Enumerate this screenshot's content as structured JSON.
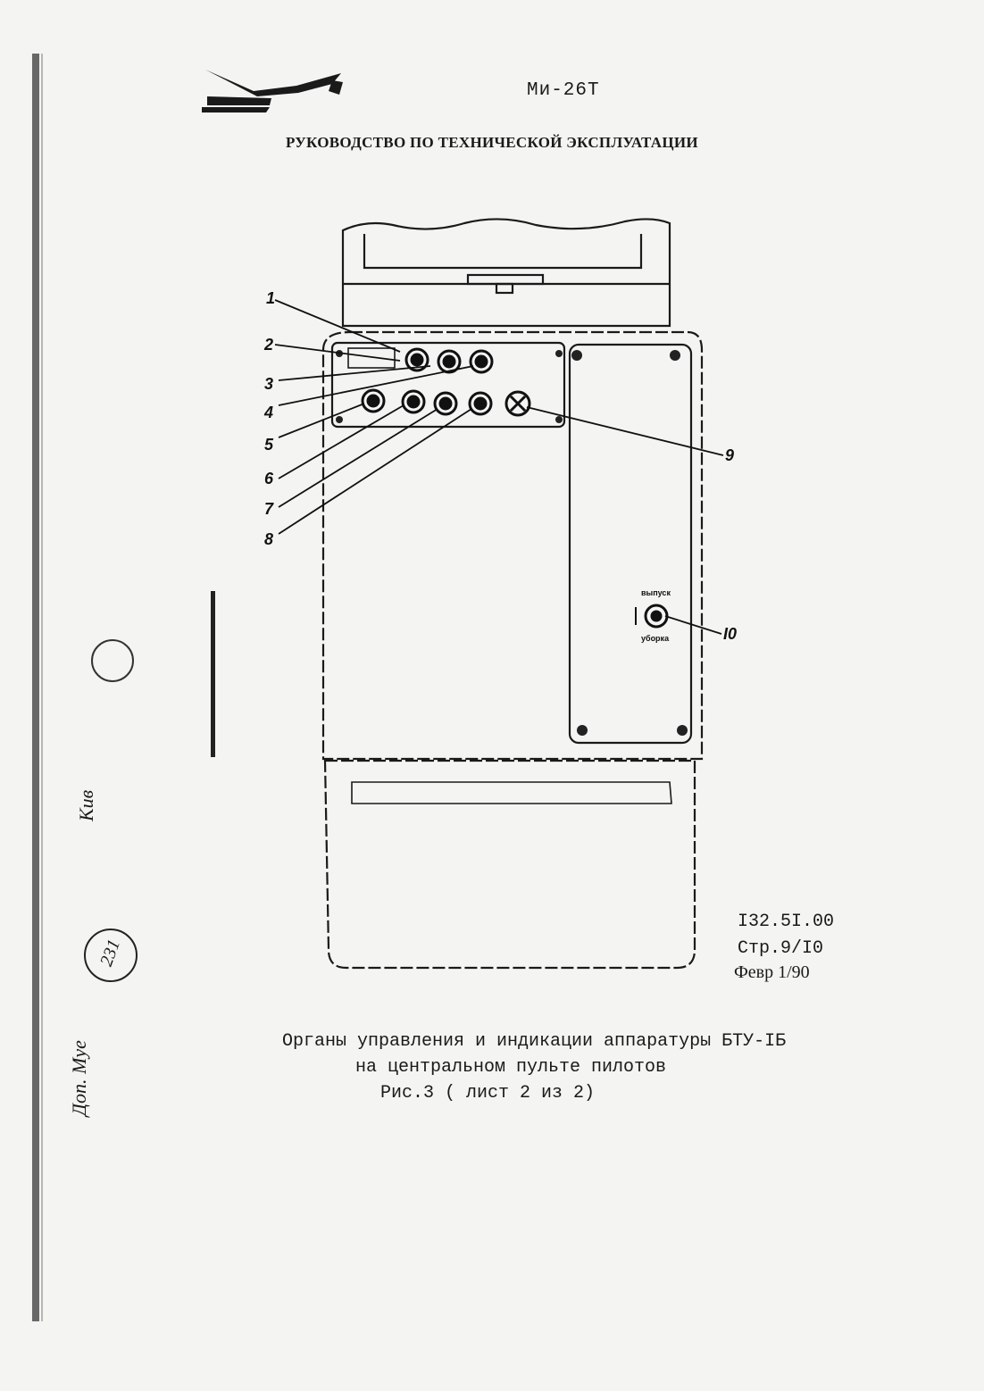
{
  "header": {
    "model": "Ми-26Т",
    "manual_title": "РУКОВОДСТВО ПО ТЕХНИЧЕСКОЙ ЭКСПЛУАТАЦИИ"
  },
  "figure": {
    "callouts": [
      "1",
      "2",
      "3",
      "4",
      "5",
      "6",
      "7",
      "8",
      "9",
      "I0"
    ],
    "switch_label_top": "выпуск",
    "switch_label_bottom": "уборка"
  },
  "caption": {
    "line1": "Органы управления и индикации аппаратуры БТУ-IБ",
    "line2": "на центральном пульте пилотов",
    "line3": "Рис.3 ( лист 2 из 2)"
  },
  "footer": {
    "doc_number": "I32.5I.00",
    "page": "Стр.9/I0",
    "date": "Февр 1/90"
  },
  "margin_notes": {
    "note_a": "Кив",
    "note_b": "Доп. Муе",
    "stamp": "231"
  }
}
